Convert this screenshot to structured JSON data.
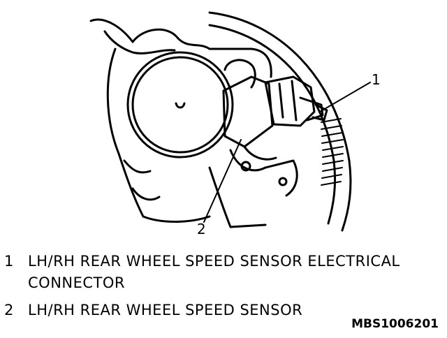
{
  "callouts": [
    {
      "id": "1",
      "label": "1"
    },
    {
      "id": "2",
      "label": "2"
    }
  ],
  "legend": [
    {
      "number": "1",
      "line1": "LH/RH REAR WHEEL SPEED SENSOR ELECTRICAL",
      "line2": "CONNECTOR"
    },
    {
      "number": "2",
      "line1": "LH/RH REAR WHEEL SPEED SENSOR"
    }
  ],
  "figure_code": "MBS1006201"
}
